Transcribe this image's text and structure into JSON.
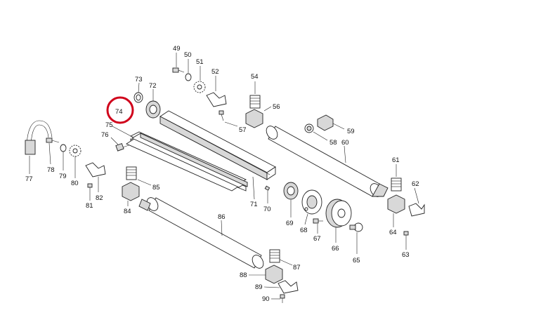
{
  "highlight": {
    "label": "74",
    "color": "#d0021b"
  },
  "callouts": {
    "p49": "49",
    "p50": "50",
    "p51": "51",
    "p52": "52",
    "p54": "54",
    "p56": "56",
    "p57": "57",
    "p58": "58",
    "p59": "59",
    "p60": "60",
    "p61": "61",
    "p62": "62",
    "p63": "63",
    "p64": "64",
    "p65": "65",
    "p66": "66",
    "p67": "67",
    "p68": "68",
    "p69": "69",
    "p70": "70",
    "p71": "71",
    "p72": "72",
    "p73": "73",
    "p75": "75",
    "p76": "76",
    "p77": "77",
    "p78": "78",
    "p79": "79",
    "p80": "80",
    "p81": "81",
    "p82": "82",
    "p84": "84",
    "p85": "85",
    "p86": "86",
    "p87": "87",
    "p88": "88",
    "p89": "89",
    "p90": "90"
  }
}
